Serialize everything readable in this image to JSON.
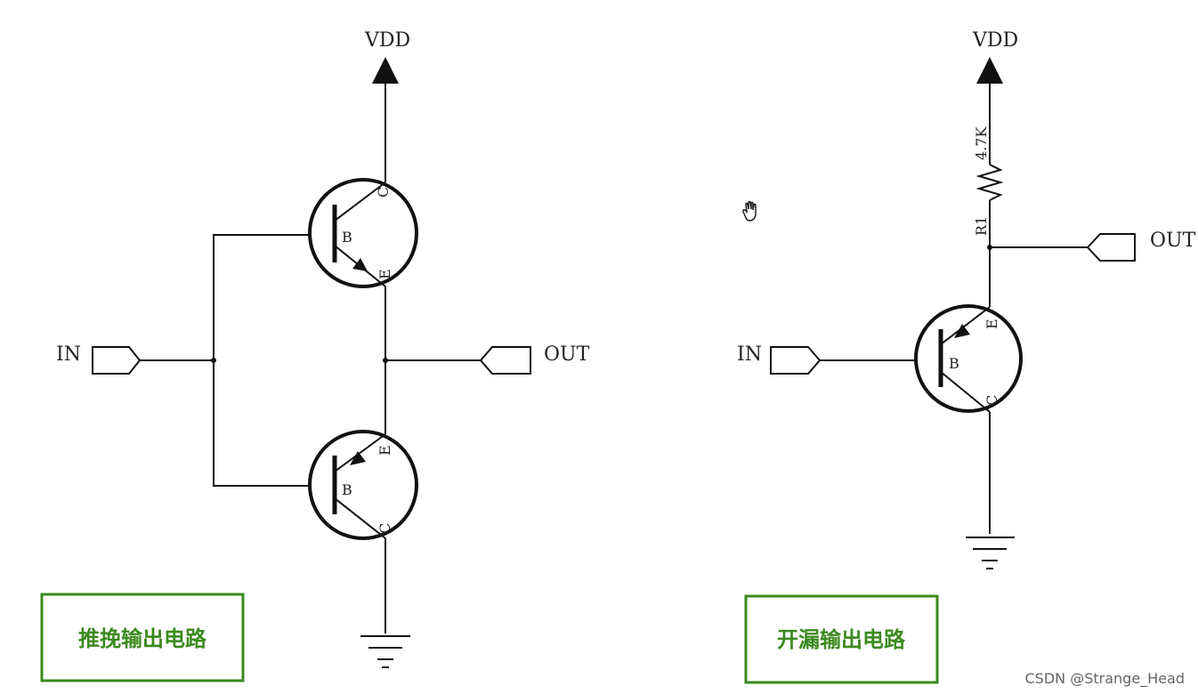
{
  "push_pull": {
    "vdd_label": "VDD",
    "in_label": "IN",
    "out_label": "OUT",
    "top_transistor": {
      "base": "B",
      "collector": "C",
      "emitter": "E"
    },
    "bottom_transistor": {
      "base": "B",
      "collector": "C",
      "emitter": "E"
    },
    "caption": "推挽输出电路"
  },
  "open_drain": {
    "vdd_label": "VDD",
    "in_label": "IN",
    "out_label": "OUT",
    "resistor_name": "R1",
    "resistor_value": "4.7K",
    "transistor": {
      "base": "B",
      "collector": "C",
      "emitter": "E"
    },
    "caption": "开漏输出电路"
  },
  "watermark": "CSDN @Strange_Head",
  "colors": {
    "caption_green": "#3b8a1e",
    "wire": "#111111"
  }
}
